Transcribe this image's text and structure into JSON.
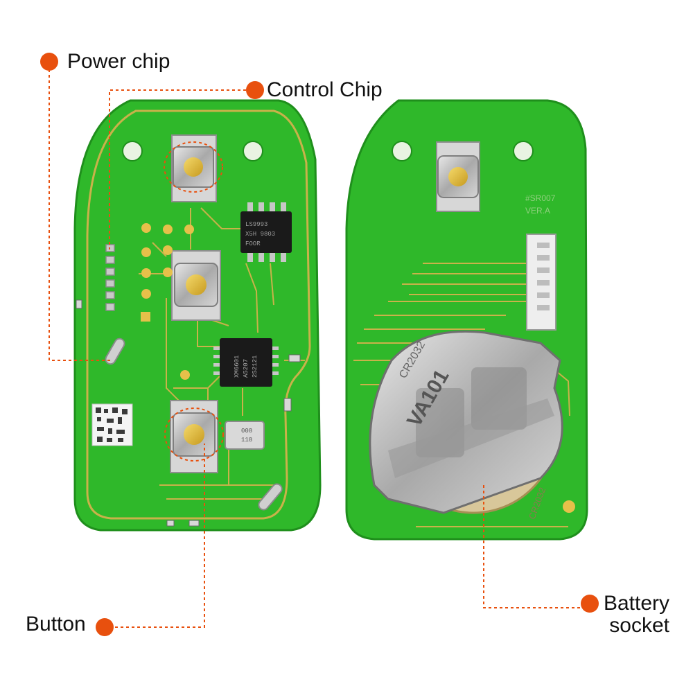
{
  "colors": {
    "pcb": "#2fb82a",
    "pcb_dark": "#1f8f1c",
    "trace": "#c9b24a",
    "pad": "#e6c04a",
    "metal": "#c9c9c9",
    "chip": "#1a1a1a",
    "callout": "#e8500e"
  },
  "callouts": {
    "power_chip": "Power chip",
    "control_chip": "Control Chip",
    "button": "Button",
    "battery_socket_line1": "Battery",
    "battery_socket_line2": "socket"
  },
  "board_markings": {
    "chip_a": [
      "LS9993",
      "X5H 9803",
      "FOOR"
    ],
    "chip_b": [
      "XM6601",
      "A5207",
      "2S2121"
    ],
    "crystal": [
      "008",
      "118"
    ],
    "battery_type": "CR2032",
    "battery_code": "CR2032",
    "battery_brand": "VA101",
    "board_id": "#SR007",
    "board_rev": "VER.A"
  }
}
